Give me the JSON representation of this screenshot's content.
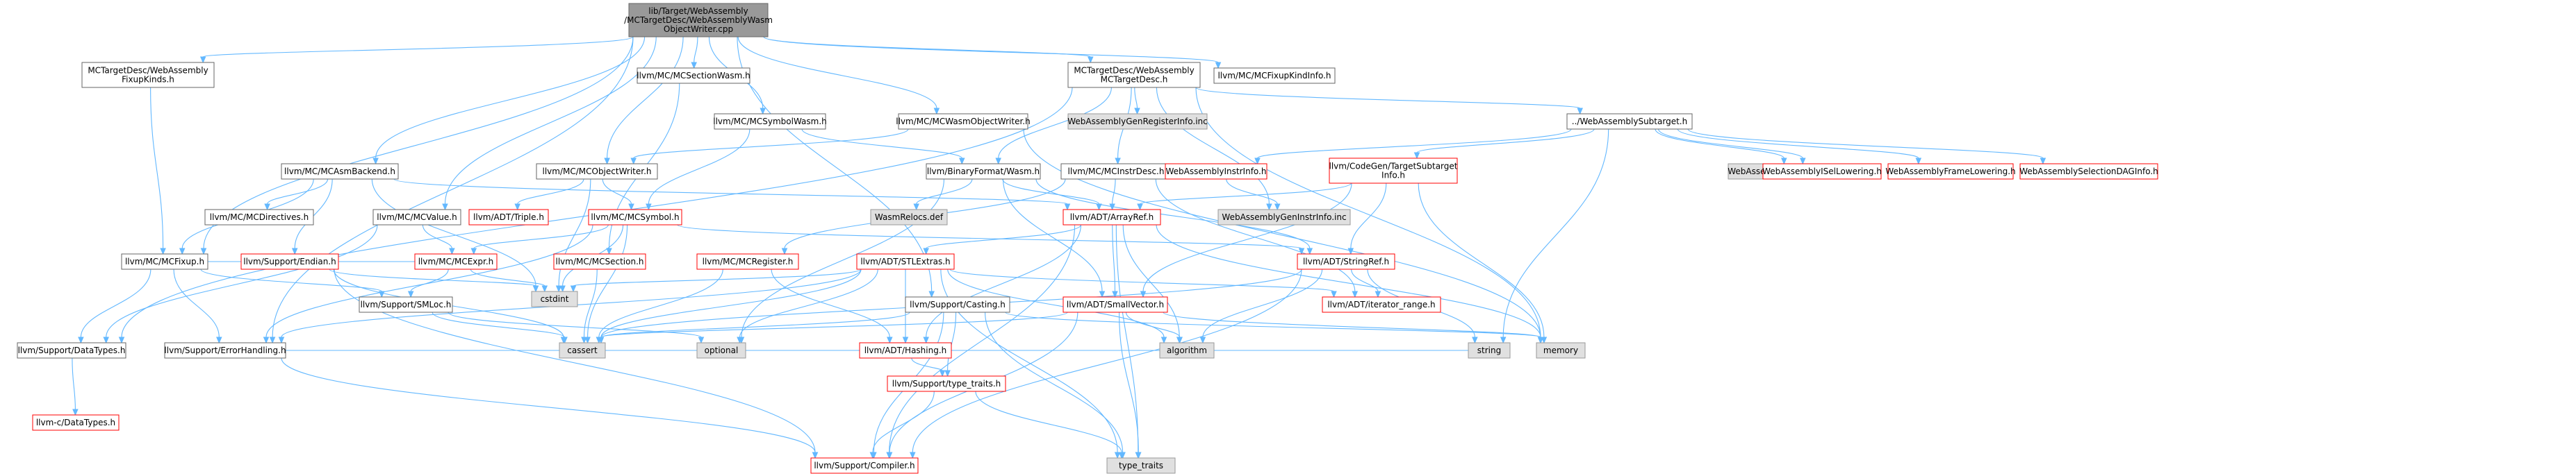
{
  "nodes": [
    {
      "id": "root",
      "lines": [
        "lib/Target/WebAssembly",
        "/MCTargetDesc/WebAssemblyWasm",
        "ObjectWriter.cpp"
      ],
      "style": "root"
    },
    {
      "id": "fixupkinds",
      "lines": [
        "MCTargetDesc/WebAssembly",
        "FixupKinds.h"
      ],
      "style": "normal"
    },
    {
      "id": "mcsectionwasm",
      "lines": [
        "llvm/MC/MCSectionWasm.h"
      ],
      "style": "normal"
    },
    {
      "id": "mctargetdesc",
      "lines": [
        "MCTargetDesc/WebAssembly",
        "MCTargetDesc.h"
      ],
      "style": "normal"
    },
    {
      "id": "mcfixupkindinfo",
      "lines": [
        "llvm/MC/MCFixupKindInfo.h"
      ],
      "style": "normal"
    },
    {
      "id": "mcsymbolwasm",
      "lines": [
        "llvm/MC/MCSymbolWasm.h"
      ],
      "style": "normal"
    },
    {
      "id": "mcwasmobjectwriter",
      "lines": [
        "llvm/MC/MCWasmObjectWriter.h"
      ],
      "style": "normal"
    },
    {
      "id": "genregisterinfo",
      "lines": [
        "WebAssemblyGenRegisterInfo.inc"
      ],
      "style": "gray"
    },
    {
      "id": "subtarget",
      "lines": [
        "../WebAssemblySubtarget.h"
      ],
      "style": "normal"
    },
    {
      "id": "mcasmbackend",
      "lines": [
        "llvm/MC/MCAsmBackend.h"
      ],
      "style": "normal"
    },
    {
      "id": "mcobjectwriter",
      "lines": [
        "llvm/MC/MCObjectWriter.h"
      ],
      "style": "normal"
    },
    {
      "id": "binaryformatwasm",
      "lines": [
        "llvm/BinaryFormat/Wasm.h"
      ],
      "style": "normal"
    },
    {
      "id": "mcinstrdesc",
      "lines": [
        "llvm/MC/MCInstrDesc.h"
      ],
      "style": "normal"
    },
    {
      "id": "instrinfo",
      "lines": [
        "WebAssemblyInstrInfo.h"
      ],
      "style": "red"
    },
    {
      "id": "targetsubtargetinfo",
      "lines": [
        "llvm/CodeGen/TargetSubtarget",
        "Info.h"
      ],
      "style": "red"
    },
    {
      "id": "gensubtargetinfo",
      "lines": [
        "WebAssemblyGenSubtargetInfo.inc"
      ],
      "style": "gray"
    },
    {
      "id": "isellowering",
      "lines": [
        "WebAssemblyISelLowering.h"
      ],
      "style": "red"
    },
    {
      "id": "framelowering",
      "lines": [
        "WebAssemblyFrameLowering.h"
      ],
      "style": "red"
    },
    {
      "id": "selectiondaginfo",
      "lines": [
        "WebAssemblySelectionDAGInfo.h"
      ],
      "style": "red"
    },
    {
      "id": "mcdirectives",
      "lines": [
        "llvm/MC/MCDirectives.h"
      ],
      "style": "normal"
    },
    {
      "id": "mcvalue",
      "lines": [
        "llvm/MC/MCValue.h"
      ],
      "style": "normal"
    },
    {
      "id": "triple",
      "lines": [
        "llvm/ADT/Triple.h"
      ],
      "style": "red"
    },
    {
      "id": "mcsymbol",
      "lines": [
        "llvm/MC/MCSymbol.h"
      ],
      "style": "red"
    },
    {
      "id": "wasmrelocs",
      "lines": [
        "WasmRelocs.def"
      ],
      "style": "gray"
    },
    {
      "id": "arrayref",
      "lines": [
        "llvm/ADT/ArrayRef.h"
      ],
      "style": "red"
    },
    {
      "id": "geninstrinfo",
      "lines": [
        "WebAssemblyGenInstrInfo.inc"
      ],
      "style": "gray"
    },
    {
      "id": "mcfixup",
      "lines": [
        "llvm/MC/MCFixup.h"
      ],
      "style": "normal"
    },
    {
      "id": "endian",
      "lines": [
        "llvm/Support/Endian.h"
      ],
      "style": "red"
    },
    {
      "id": "mcexpr",
      "lines": [
        "llvm/MC/MCExpr.h"
      ],
      "style": "red"
    },
    {
      "id": "mcsection",
      "lines": [
        "llvm/MC/MCSection.h"
      ],
      "style": "red"
    },
    {
      "id": "mcregister",
      "lines": [
        "llvm/MC/MCRegister.h"
      ],
      "style": "red"
    },
    {
      "id": "stlextras",
      "lines": [
        "llvm/ADT/STLExtras.h"
      ],
      "style": "red"
    },
    {
      "id": "stringref",
      "lines": [
        "llvm/ADT/StringRef.h"
      ],
      "style": "red"
    },
    {
      "id": "cstdint",
      "lines": [
        "cstdint"
      ],
      "style": "gray"
    },
    {
      "id": "smloc",
      "lines": [
        "llvm/Support/SMLoc.h"
      ],
      "style": "normal"
    },
    {
      "id": "casting",
      "lines": [
        "llvm/Support/Casting.h"
      ],
      "style": "normal"
    },
    {
      "id": "smallvector",
      "lines": [
        "llvm/ADT/SmallVector.h"
      ],
      "style": "red"
    },
    {
      "id": "iteratorrange",
      "lines": [
        "llvm/ADT/iterator_range.h"
      ],
      "style": "red"
    },
    {
      "id": "datatypes",
      "lines": [
        "llvm/Support/DataTypes.h"
      ],
      "style": "normal"
    },
    {
      "id": "errorhandling",
      "lines": [
        "llvm/Support/ErrorHandling.h"
      ],
      "style": "normal"
    },
    {
      "id": "cassert",
      "lines": [
        "cassert"
      ],
      "style": "gray"
    },
    {
      "id": "optional",
      "lines": [
        "optional"
      ],
      "style": "gray"
    },
    {
      "id": "hashing",
      "lines": [
        "llvm/ADT/Hashing.h"
      ],
      "style": "red"
    },
    {
      "id": "typetraits",
      "lines": [
        "llvm/Support/type_traits.h"
      ],
      "style": "red"
    },
    {
      "id": "algorithm",
      "lines": [
        "algorithm"
      ],
      "style": "gray"
    },
    {
      "id": "string",
      "lines": [
        "string"
      ],
      "style": "gray"
    },
    {
      "id": "memory",
      "lines": [
        "memory"
      ],
      "style": "gray"
    },
    {
      "id": "cdatatypes",
      "lines": [
        "llvm-c/DataTypes.h"
      ],
      "style": "red"
    },
    {
      "id": "compiler",
      "lines": [
        "llvm/Support/Compiler.h"
      ],
      "style": "red"
    },
    {
      "id": "type_traits",
      "lines": [
        "type_traits"
      ],
      "style": "gray"
    }
  ],
  "edges": [
    [
      "root",
      "fixupkinds"
    ],
    [
      "root",
      "mcsectionwasm"
    ],
    [
      "root",
      "mctargetdesc"
    ],
    [
      "root",
      "mcfixupkindinfo"
    ],
    [
      "root",
      "mcsymbolwasm"
    ],
    [
      "root",
      "mcwasmobjectwriter"
    ],
    [
      "root",
      "mcasmbackend"
    ],
    [
      "root",
      "mcobjectwriter"
    ],
    [
      "root",
      "mcvalue"
    ],
    [
      "root",
      "mcfixup"
    ],
    [
      "root",
      "errorhandling"
    ],
    [
      "root",
      "casting"
    ],
    [
      "fixupkinds",
      "mcfixup"
    ],
    [
      "mctargetdesc",
      "genregisterinfo"
    ],
    [
      "mctargetdesc",
      "subtarget"
    ],
    [
      "mctargetdesc",
      "binaryformatwasm"
    ],
    [
      "mctargetdesc",
      "mcinstrdesc"
    ],
    [
      "mctargetdesc",
      "geninstrinfo"
    ],
    [
      "mctargetdesc",
      "datatypes"
    ],
    [
      "mctargetdesc",
      "memory"
    ],
    [
      "subtarget",
      "instrinfo"
    ],
    [
      "subtarget",
      "targetsubtargetinfo"
    ],
    [
      "subtarget",
      "gensubtargetinfo"
    ],
    [
      "subtarget",
      "isellowering"
    ],
    [
      "subtarget",
      "framelowering"
    ],
    [
      "subtarget",
      "selectiondaginfo"
    ],
    [
      "subtarget",
      "string"
    ],
    [
      "instrinfo",
      "geninstrinfo"
    ],
    [
      "targetsubtargetinfo",
      "arrayref"
    ],
    [
      "targetsubtargetinfo",
      "smallvector"
    ],
    [
      "targetsubtargetinfo",
      "stringref"
    ],
    [
      "targetsubtargetinfo",
      "memory"
    ],
    [
      "mcsymbolwasm",
      "binaryformatwasm"
    ],
    [
      "mcsymbolwasm",
      "mcsymbol"
    ],
    [
      "mcwasmobjectwriter",
      "mcobjectwriter"
    ],
    [
      "mcwasmobjectwriter",
      "memory"
    ],
    [
      "mcsectionwasm",
      "mcsection"
    ],
    [
      "mcasmbackend",
      "mcdirectives"
    ],
    [
      "mcasmbackend",
      "mcfixup"
    ],
    [
      "mcasmbackend",
      "endian"
    ],
    [
      "mcasmbackend",
      "arrayref"
    ],
    [
      "mcasmbackend",
      "cstdint"
    ],
    [
      "mcobjectwriter",
      "triple"
    ],
    [
      "mcobjectwriter",
      "mcsymbol"
    ],
    [
      "mcobjectwriter",
      "cstdint"
    ],
    [
      "binaryformatwasm",
      "wasmrelocs"
    ],
    [
      "binaryformatwasm",
      "arrayref"
    ],
    [
      "binaryformatwasm",
      "stringref"
    ],
    [
      "binaryformatwasm",
      "smallvector"
    ],
    [
      "binaryformatwasm",
      "optional"
    ],
    [
      "mcinstrdesc",
      "arrayref"
    ],
    [
      "mcinstrdesc",
      "mcregister"
    ],
    [
      "mcinstrdesc",
      "iteratorrange"
    ],
    [
      "mcvalue",
      "mcexpr"
    ],
    [
      "mcvalue",
      "datatypes"
    ],
    [
      "mcsymbol",
      "mcexpr"
    ],
    [
      "mcsymbol",
      "stringref"
    ],
    [
      "mcsymbol",
      "errorhandling"
    ],
    [
      "mcsymbol",
      "cassert"
    ],
    [
      "mcsymbol",
      "cstdint"
    ],
    [
      "arrayref",
      "hashing"
    ],
    [
      "arrayref",
      "smallvector"
    ],
    [
      "arrayref",
      "stlextras"
    ],
    [
      "arrayref",
      "compiler"
    ],
    [
      "arrayref",
      "algorithm"
    ],
    [
      "arrayref",
      "memory"
    ],
    [
      "arrayref",
      "type_traits"
    ],
    [
      "mcfixup",
      "mcexpr"
    ],
    [
      "mcfixup",
      "smloc"
    ],
    [
      "mcfixup",
      "datatypes"
    ],
    [
      "mcfixup",
      "errorhandling"
    ],
    [
      "endian",
      "compiler"
    ],
    [
      "endian",
      "cassert"
    ],
    [
      "endian",
      "cstdint"
    ],
    [
      "mcexpr",
      "smloc"
    ],
    [
      "mcexpr",
      "cstdint"
    ],
    [
      "mcsection",
      "cassert"
    ],
    [
      "mcregister",
      "hashing"
    ],
    [
      "mcregister",
      "cassert"
    ],
    [
      "stlextras",
      "hashing"
    ],
    [
      "stlextras",
      "iteratorrange"
    ],
    [
      "stlextras",
      "errorhandling"
    ],
    [
      "stlextras",
      "algorithm"
    ],
    [
      "stlextras",
      "cassert"
    ],
    [
      "stlextras",
      "cstdint"
    ],
    [
      "stlextras",
      "optional"
    ],
    [
      "stlextras",
      "type_traits"
    ],
    [
      "stringref",
      "iteratorrange"
    ],
    [
      "stringref",
      "compiler"
    ],
    [
      "stringref",
      "algorithm"
    ],
    [
      "stringref",
      "cassert"
    ],
    [
      "stringref",
      "string"
    ],
    [
      "smloc",
      "cassert"
    ],
    [
      "smloc",
      "optional"
    ],
    [
      "casting",
      "typetraits"
    ],
    [
      "casting",
      "compiler"
    ],
    [
      "casting",
      "cassert"
    ],
    [
      "casting",
      "memory"
    ],
    [
      "casting",
      "type_traits"
    ],
    [
      "smallvector",
      "compiler"
    ],
    [
      "smallvector",
      "type_traits"
    ],
    [
      "smallvector",
      "algorithm"
    ],
    [
      "smallvector",
      "cassert"
    ],
    [
      "smallvector",
      "memory"
    ],
    [
      "hashing",
      "errorhandling"
    ],
    [
      "hashing",
      "typetraits"
    ],
    [
      "hashing",
      "algorithm"
    ],
    [
      "hashing",
      "cassert"
    ],
    [
      "hashing",
      "string"
    ],
    [
      "datatypes",
      "cdatatypes"
    ],
    [
      "errorhandling",
      "compiler"
    ],
    [
      "typetraits",
      "compiler"
    ],
    [
      "typetraits",
      "type_traits"
    ]
  ]
}
